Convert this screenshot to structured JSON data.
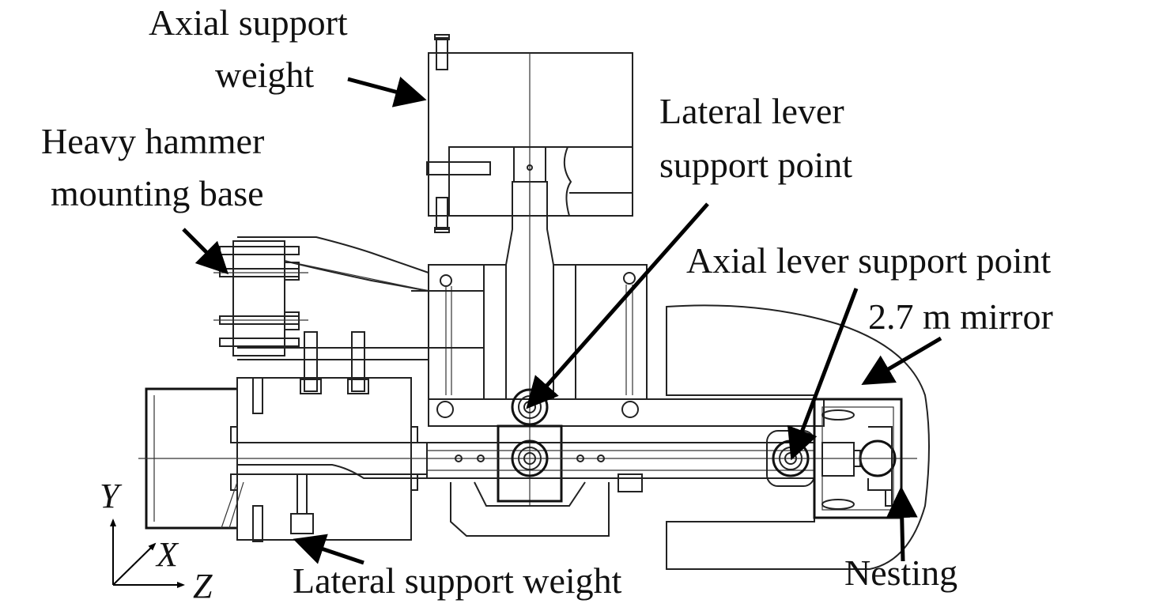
{
  "labels": {
    "axial_support_weight_line1": "Axial support",
    "axial_support_weight_line2": "weight",
    "heavy_hammer_line1": "Heavy hammer",
    "heavy_hammer_line2": "mounting base",
    "lateral_lever_line1": "Lateral lever",
    "lateral_lever_line2": "support point",
    "axial_lever": "Axial lever support point",
    "mirror": "2.7 m mirror",
    "nesting": "Nesting",
    "lateral_support_weight": "Lateral support weight"
  },
  "axes": {
    "y": "Y",
    "x": "X",
    "z": "Z"
  }
}
